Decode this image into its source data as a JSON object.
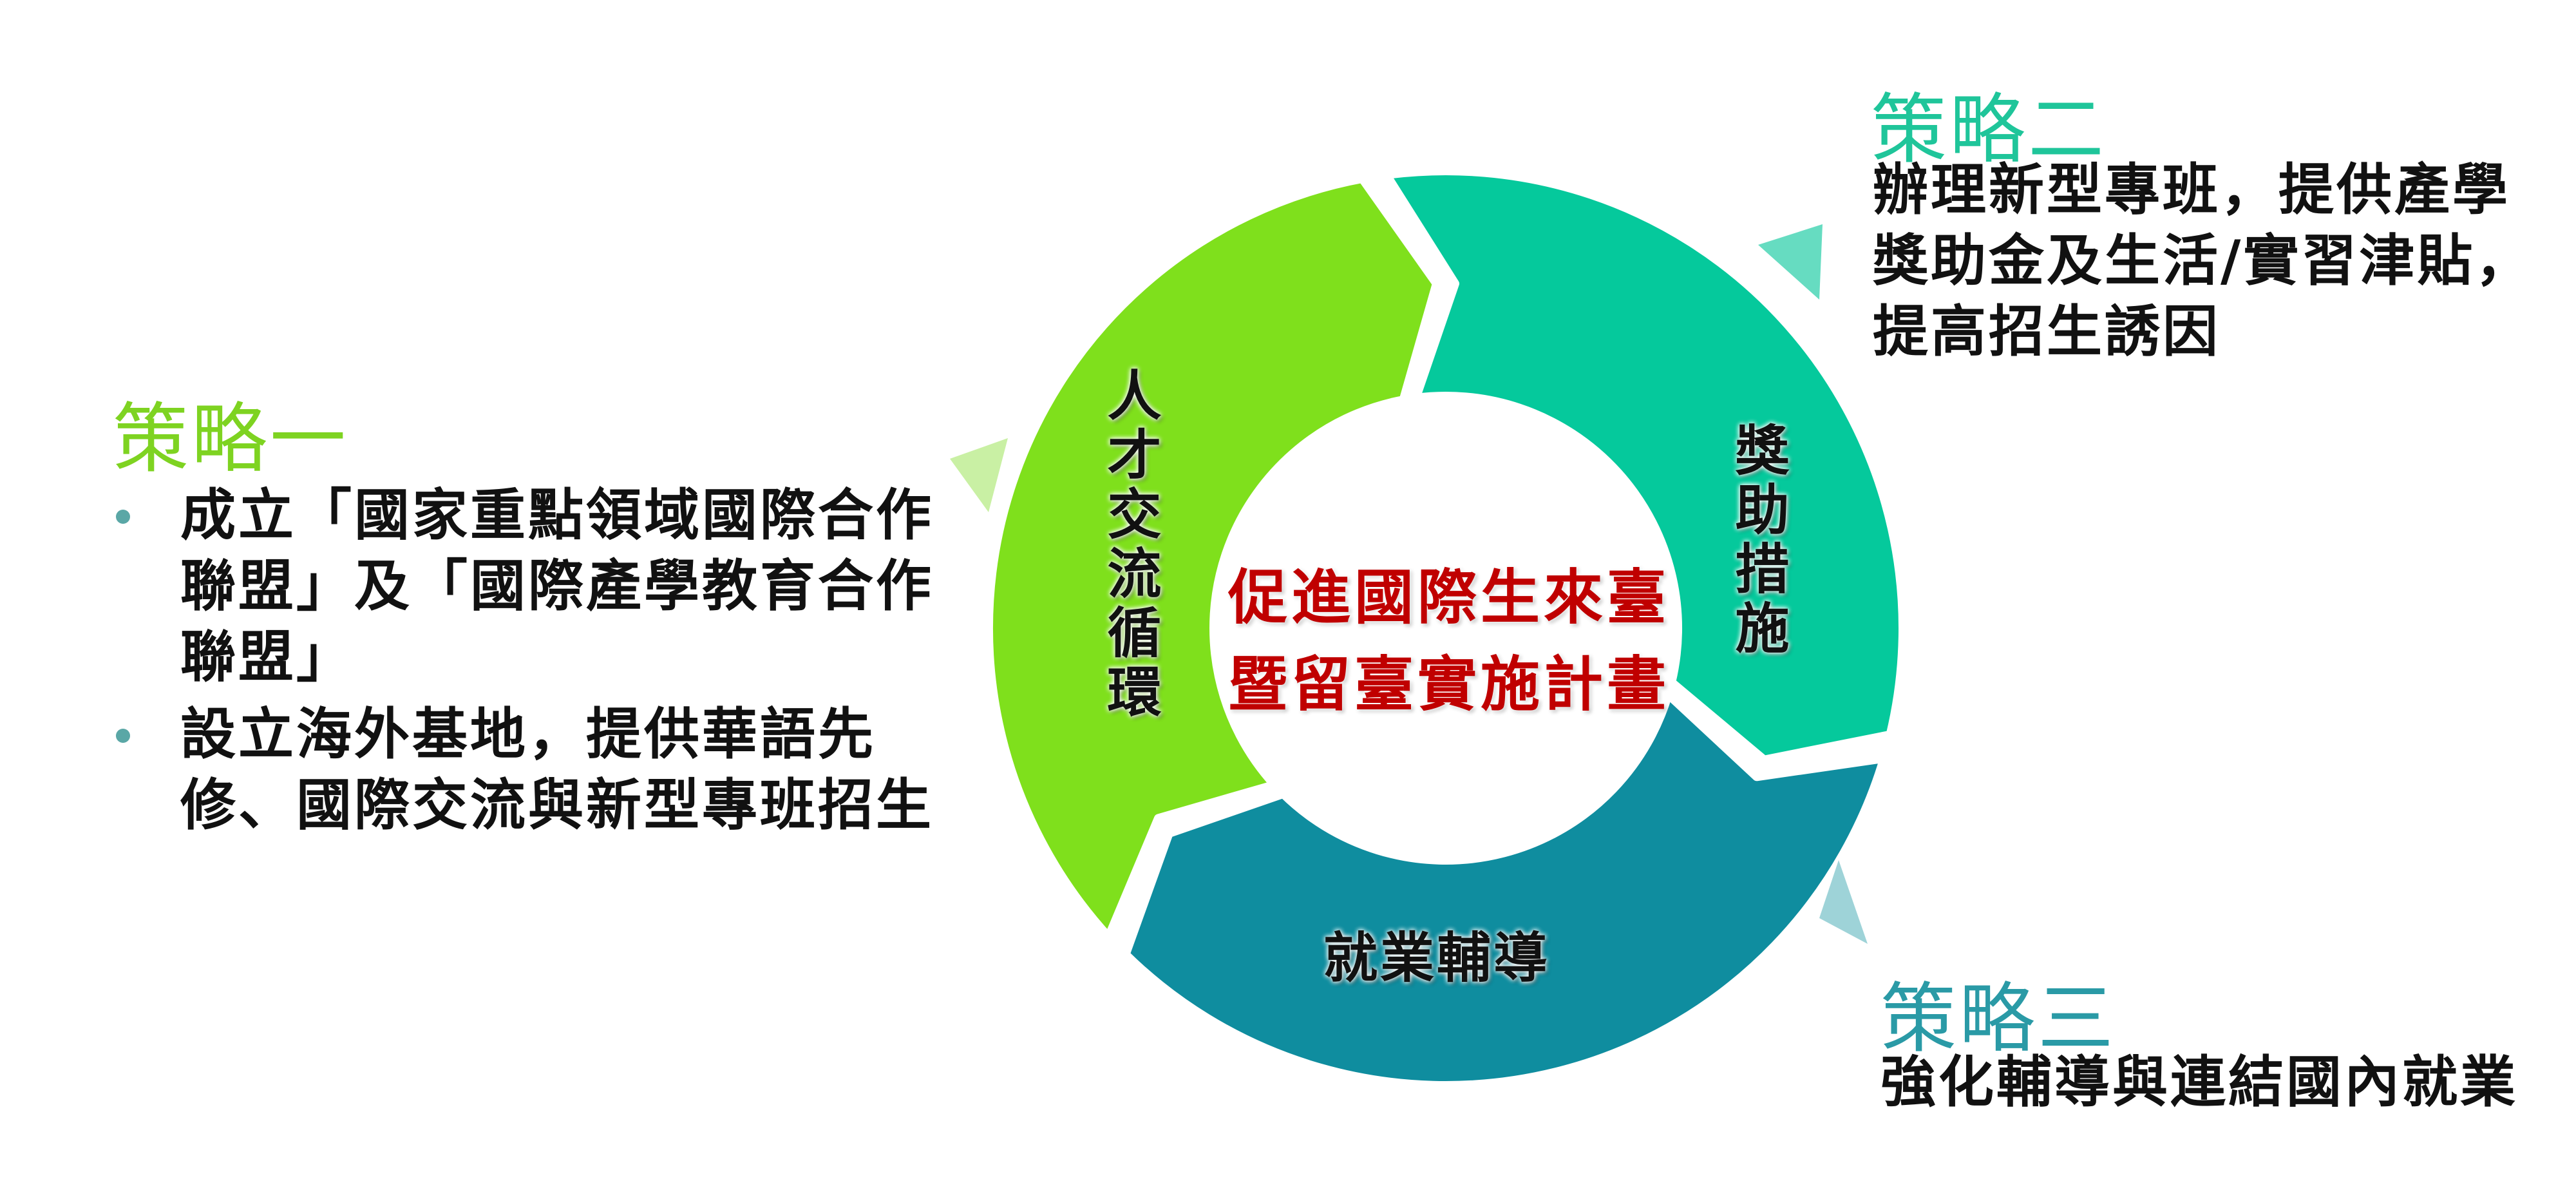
{
  "colors": {
    "segment_talent": "#7fe01c",
    "segment_award": "#05c99c",
    "segment_employment": "#0f8d9f",
    "arrow_talent": "#c9f0a4",
    "arrow_award": "#66dcc1",
    "arrow_employment": "#9ed3d8",
    "strategy1_title": "#7ed321",
    "strategy2_title": "#1fc59a",
    "strategy3_title": "#2a9aa6",
    "center_text": "#c00000"
  },
  "center": {
    "line1": "促進國際生來臺",
    "line2": "暨留臺實施計畫"
  },
  "segments": {
    "talent": "人才交流循環",
    "award": "獎助措施",
    "employment": "就業輔導"
  },
  "strategy1": {
    "title": "策略一",
    "bullets": [
      "成立「國家重點領域國際合作聯盟」及「國際產學教育合作聯盟」",
      "設立海外基地，提供華語先修、國際交流與新型專班招生"
    ]
  },
  "strategy2": {
    "title": "策略二",
    "lines": [
      "辦理新型專班，提供產學",
      "獎助金及生活/實習津貼，",
      "提高招生誘因"
    ]
  },
  "strategy3": {
    "title": "策略三",
    "text": "強化輔導與連結國內就業"
  }
}
